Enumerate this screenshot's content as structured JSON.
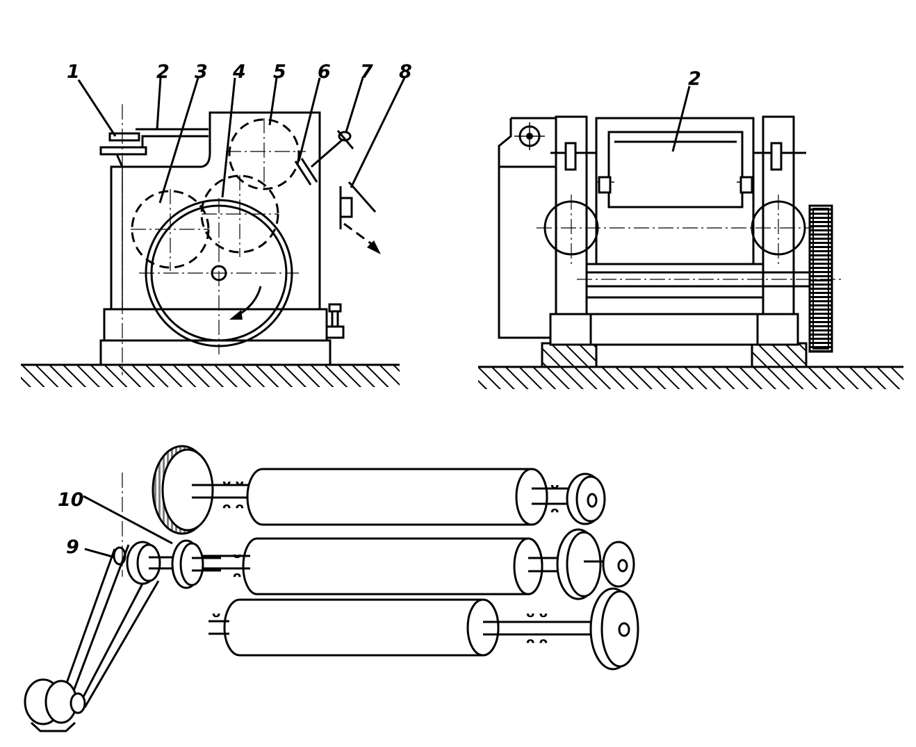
{
  "labels": {
    "l1": "1",
    "l2": "2",
    "l3": "3",
    "l4": "4",
    "l5": "5",
    "l6": "6",
    "l7": "7",
    "l8": "8",
    "l9": "9",
    "l10": "10",
    "l2b": "2"
  },
  "colors": {
    "ink": "#000000",
    "paper": "#ffffff"
  }
}
